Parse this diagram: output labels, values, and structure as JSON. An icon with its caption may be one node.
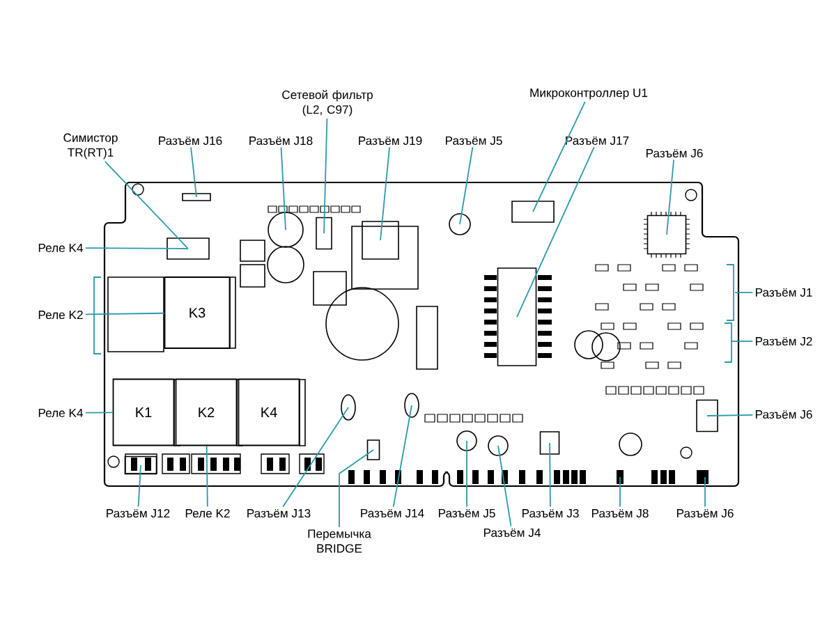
{
  "diagram": {
    "nodes": [
      {
        "text": [
          "Сетевой фильтр (L2, C97)"
        ]
      },
      {
        "text": [
          "Микроконтроллер U1"
        ]
      },
      {
        "text": [
          "Симистор TR(RT)1"
        ]
      },
      {
        "text": [
          "Разъём J16"
        ]
      },
      {
        "text": [
          "Разъём J18"
        ]
      },
      {
        "text": [
          "Разъём J19"
        ]
      },
      {
        "text": [
          "Разъём J5"
        ]
      },
      {
        "text": [
          "Разъём J17"
        ]
      },
      {
        "text": [
          "Разъём J6"
        ]
      },
      {
        "text": [
          "Реле K4"
        ]
      },
      {
        "text": [
          "Разъём J1"
        ]
      },
      {
        "text": [
          "Реле K2"
        ]
      },
      {
        "text": [
          "Разъём J2"
        ]
      },
      {
        "text": [
          "Реле K4"
        ]
      },
      {
        "text": [
          "Разъём J6"
        ]
      },
      {
        "text": [
          "Разъём J12"
        ]
      },
      {
        "text": [
          "Реле K2"
        ]
      },
      {
        "text": [
          "Разъём J13"
        ]
      },
      {
        "text": [
          "Разъём J14"
        ]
      },
      {
        "text": [
          "Разъём J5"
        ]
      },
      {
        "text": [
          "Разъём J3"
        ]
      },
      {
        "text": [
          "Разъём J8"
        ]
      },
      {
        "text": [
          "Разъём J6"
        ]
      },
      {
        "text": [
          "Перемычка BRIDGE"
        ]
      },
      {
        "text": [
          "Разъём J4"
        ]
      },
      {
        "text": [
          "K3"
        ]
      },
      {
        "text": [
          "K1"
        ]
      },
      {
        "text": [
          "K2"
        ]
      },
      {
        "text": [
          "K4"
        ]
      },
      {
        "text": [],
        "shape": "box"
      },
      {
        "text": [],
        "shape": "box"
      },
      {
        "text": [],
        "shape": "box"
      },
      {
        "text": [],
        "shape": "circle"
      },
      {
        "text": [],
        "shape": "box"
      },
      {
        "text": [],
        "shape": "circle"
      },
      {
        "text": [],
        "shape": "box"
      },
      {
        "text": [],
        "shape": "box"
      },
      {
        "text": [],
        "shape": "circle"
      },
      {
        "text": [],
        "shape": "circle"
      },
      {
        "text": [],
        "shape": "circle"
      },
      {
        "text": [],
        "shape": "circle"
      },
      {
        "text": [],
        "shape": "box"
      },
      {
        "text": [],
        "shape": "box"
      },
      {
        "text": [],
        "shape": "box"
      },
      {
        "text": [],
        "shape": "bar"
      },
      {
        "text": [],
        "shape": "box"
      },
      {
        "text": [],
        "shape": "bar"
      },
      {
        "text": [],
        "shape": "box"
      }
    ],
    "edges": [
      {
        "from": 0,
        "to": 33,
        "arrow": "none"
      },
      {
        "from": 1,
        "to": 42,
        "arrow": "none"
      },
      {
        "from": 2,
        "to": 30,
        "arrow": "none"
      },
      {
        "from": 3,
        "to": 31,
        "arrow": "none"
      },
      {
        "from": 4,
        "to": 32,
        "arrow": "none"
      },
      {
        "from": 5,
        "to": 35,
        "arrow": "none"
      },
      {
        "from": 6,
        "to": 38,
        "arrow": "none"
      },
      {
        "from": 7,
        "to": 41,
        "arrow": "none"
      },
      {
        "from": 8,
        "to": 45,
        "arrow": "none"
      },
      {
        "from": 9,
        "to": 30,
        "arrow": "none"
      },
      {
        "from": 10,
        "to": null,
        "arrow": "none"
      },
      {
        "from": 11,
        "to": 25,
        "arrow": "none"
      },
      {
        "from": 12,
        "to": null,
        "arrow": "none"
      },
      {
        "from": 13,
        "to": 26,
        "arrow": "none"
      },
      {
        "from": 14,
        "to": 47,
        "arrow": "none"
      },
      {
        "from": 15,
        "to": 29,
        "arrow": "none"
      },
      {
        "from": 16,
        "to": 27,
        "arrow": "none"
      },
      {
        "from": 17,
        "to": 34,
        "arrow": "none"
      },
      {
        "from": 18,
        "to": 37,
        "arrow": "none"
      },
      {
        "from": 19,
        "to": 39,
        "arrow": "none"
      },
      {
        "from": 20,
        "to": 43,
        "arrow": "none"
      },
      {
        "from": 21,
        "to": 44,
        "arrow": "none"
      },
      {
        "from": 22,
        "to": 46,
        "arrow": "none"
      },
      {
        "from": 23,
        "to": 36,
        "arrow": "none"
      },
      {
        "from": 24,
        "to": 40,
        "arrow": "none"
      }
    ]
  }
}
